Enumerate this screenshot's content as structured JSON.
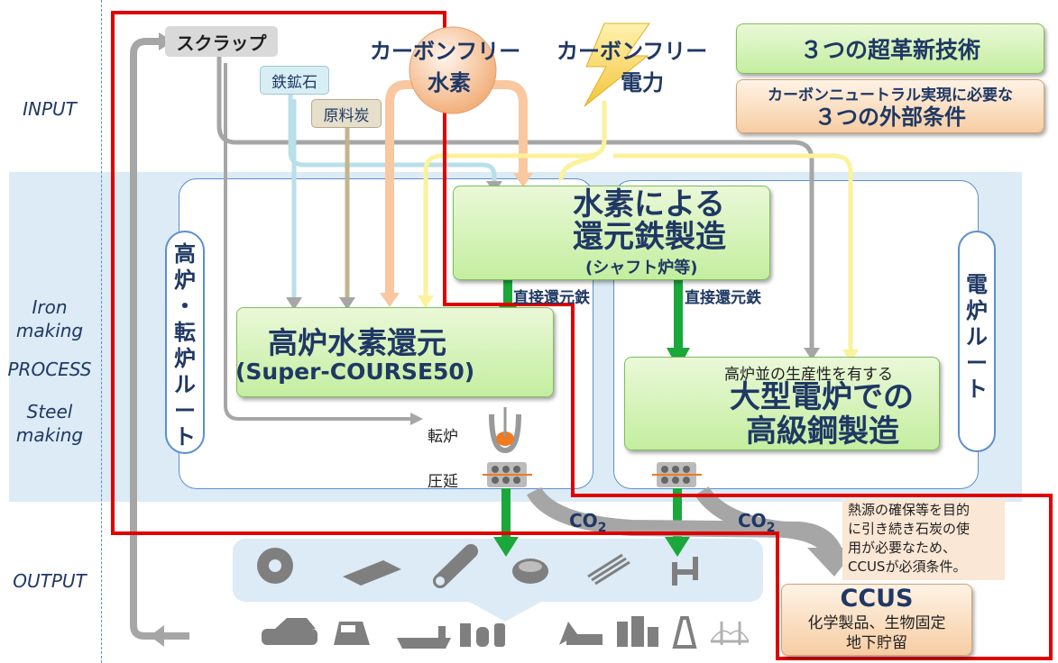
{
  "colors": {
    "band": "#dcebf5",
    "red_frame": "#e00000",
    "green_arrow": "#1aa83a",
    "hydrogen_arrow": "#f9c8a0",
    "power_arrow": "#fbf29a",
    "ore_arrow": "#b9dfe9",
    "coal_arrow": "#c2b48f",
    "scrap_arrow": "#a6a6a6"
  },
  "side_labels": {
    "input": "INPUT",
    "iron": "Iron\nmaking",
    "process": "PROCESS",
    "steel": "Steel\nmaking",
    "output": "OUTPUT"
  },
  "inputs": {
    "scrap": "スクラップ",
    "iron_ore": "鉄鉱石",
    "coking_coal": "原料炭",
    "cf_hydrogen_top": "カーボンフリー",
    "cf_hydrogen_bottom": "水素",
    "cf_power_top": "カーボンフリー",
    "cf_power_bottom": "電力"
  },
  "legend": {
    "tech": "３つの超革新技術",
    "conditions_line1": "カーボンニュートラル実現に必要な",
    "conditions_line2": "３つの外部条件"
  },
  "routes": {
    "bf_route": "高炉・転炉ルート",
    "eaf_route": "電炉ルート"
  },
  "tech": {
    "hydrogen_dri_line1": "水素による",
    "hydrogen_dri_line2": "還元鉄製造",
    "hydrogen_dri_line3": "(シャフト炉等)",
    "bf_hydrogen_line1": "高炉水素還元",
    "bf_hydrogen_line2": "(Super-COURSE50)",
    "eaf_small": "高炉並の生産性を有する",
    "eaf_line1": "大型電炉での",
    "eaf_line2": "高級鋼製造"
  },
  "process_labels": {
    "dri_left": "直接還元鉄",
    "dri_right": "直接還元鉄",
    "converter": "転炉",
    "rolling": "圧延",
    "co2_left": "CO",
    "co2_right": "CO",
    "co2_sub": "2"
  },
  "ccus": {
    "note_line1": "熱源の確保等を目的",
    "note_line2": "に引き続き石炭の使",
    "note_line3": "用が必要なため、",
    "note_line4": "CCUSが必須条件。",
    "title": "CCUS",
    "line1": "化学製品、生物固定",
    "line2": "地下貯留"
  }
}
